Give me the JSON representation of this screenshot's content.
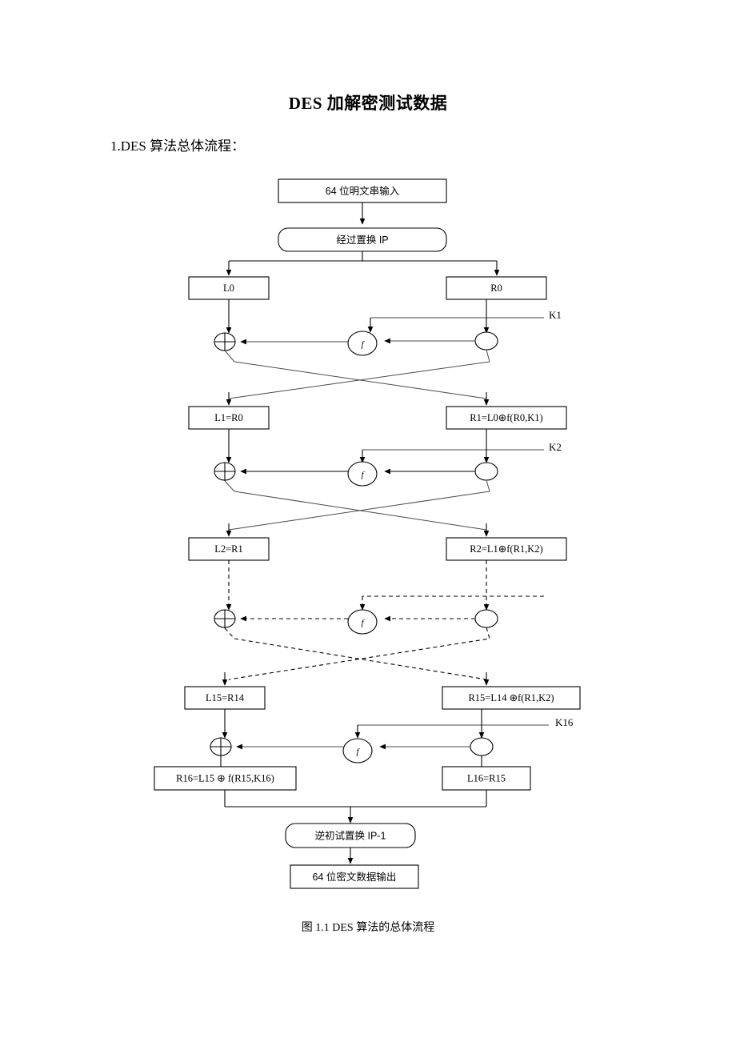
{
  "document": {
    "title": "DES 加解密测试数据",
    "section_heading": "1.DES 算法总体流程：",
    "figure_caption": "图 1.1 DES 算法的总体流程"
  },
  "diagram": {
    "input_box": "64 位明文串输入",
    "ip_box": "经过置换 IP",
    "round0": {
      "left_box": "L0",
      "right_box": "R0",
      "key": "K1",
      "f": "f"
    },
    "round1": {
      "left_box": "L1=R0",
      "right_box": "R1=L0⊕f(R0,K1)",
      "key": "K2",
      "f": "f"
    },
    "round2": {
      "left_box": "L2=R1",
      "right_box": "R2=L1⊕f(R1,K2)",
      "key": "",
      "f": "f"
    },
    "round15": {
      "left_box": "L15=R14",
      "right_box": "R15=L14 ⊕f(R1,K2)",
      "key": "K16",
      "f": "f"
    },
    "round16": {
      "left_box": "R16=L15 ⊕ f(R15,K16)",
      "right_box": "L16=R15"
    },
    "ip_inverse_box": "逆初试置换 IP-1",
    "output_box": "64 位密文数据输出"
  },
  "colors": {
    "line": "#000000",
    "text": "#000000",
    "background": "#ffffff"
  }
}
